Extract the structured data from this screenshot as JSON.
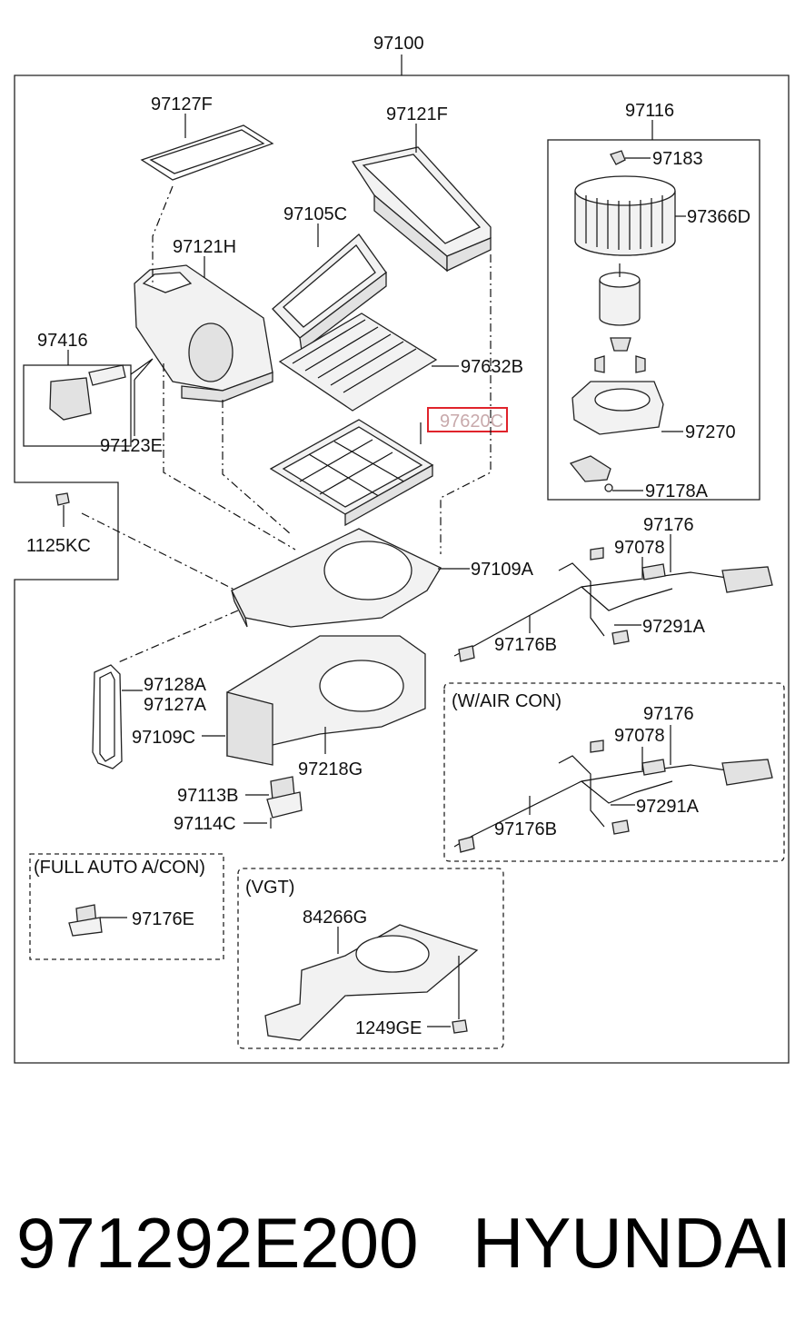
{
  "labels": {
    "assembly": "97100",
    "l97127F": "97127F",
    "l97121F": "97121F",
    "l97116": "97116",
    "l97183": "97183",
    "l97366D": "97366D",
    "l97105C": "97105C",
    "l97121H": "97121H",
    "l97416": "97416",
    "l97632B": "97632B",
    "l97620C": "97620C",
    "l97270": "97270",
    "l97123E": "97123E",
    "l97178A": "97178A",
    "l1125KC": "1125KC",
    "l97176": "97176",
    "l97078": "97078",
    "l97109A": "97109A",
    "l97291A": "97291A",
    "l97176B": "97176B",
    "l97128A": "97128A",
    "l97127A": "97127A",
    "l97109C": "97109C",
    "l97218G": "97218G",
    "l97113B": "97113B",
    "l97114C": "97114C",
    "l97176E": "97176E",
    "l84266G": "84266G",
    "l1249GE": "1249GE"
  },
  "variant_aircon": {
    "title": "(W/AIR CON)",
    "l97176": "97176",
    "l97078": "97078",
    "l97291A": "97291A",
    "l97176B": "97176B"
  },
  "variant_fullauto": {
    "title": "(FULL AUTO A/CON)"
  },
  "variant_vgt": {
    "title": "(VGT)"
  },
  "footer": {
    "part_number": "971292E200",
    "brand": "HYUNDAI"
  },
  "colors": {
    "highlight": "#e0232b"
  }
}
